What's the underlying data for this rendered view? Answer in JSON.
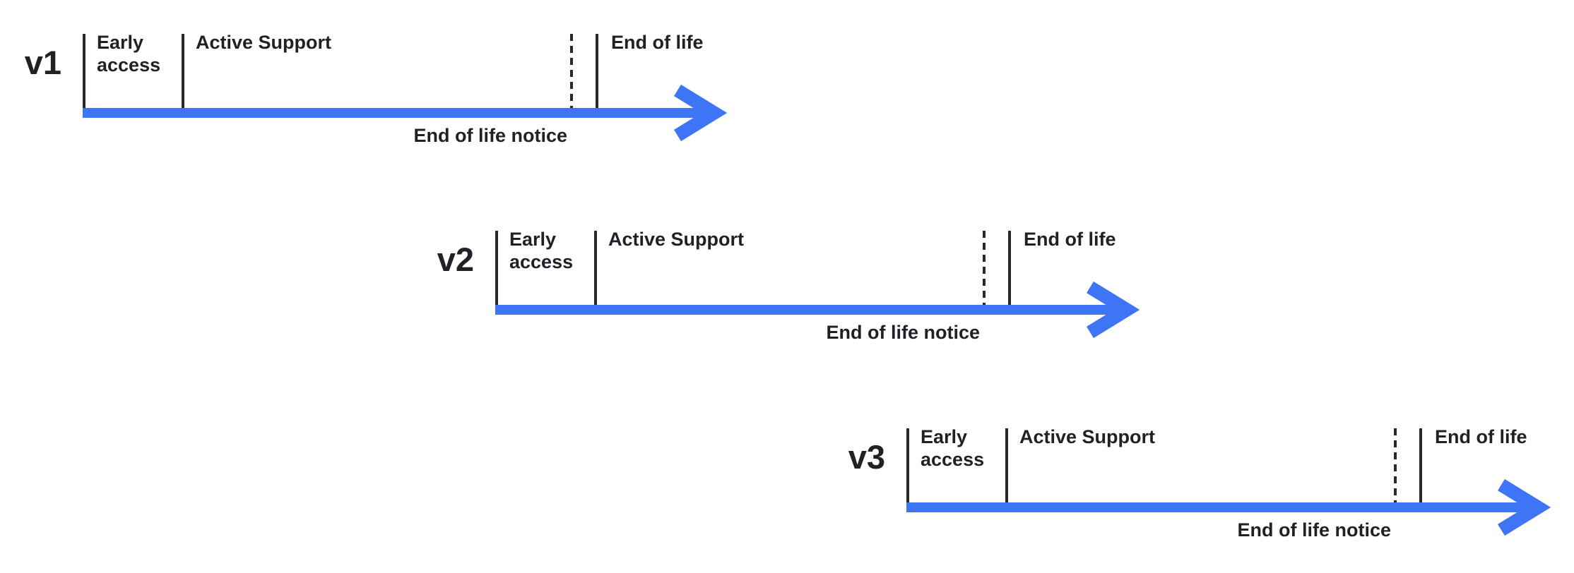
{
  "colors": {
    "arrow_blue": "#3E75F6",
    "tick_dark": "#26282B",
    "text_dark": "#1E2126"
  },
  "timelines": [
    {
      "version": "v1",
      "phases": {
        "early_access": "Early access",
        "active_support": "Active Support",
        "end_of_life": "End of life",
        "end_of_life_notice": "End of life notice"
      }
    },
    {
      "version": "v2",
      "phases": {
        "early_access": "Early access",
        "active_support": "Active Support",
        "end_of_life": "End of life",
        "end_of_life_notice": "End of life notice"
      }
    },
    {
      "version": "v3",
      "phases": {
        "early_access": "Early access",
        "active_support": "Active Support",
        "end_of_life": "End of life",
        "end_of_life_notice": "End of life notice"
      }
    }
  ]
}
